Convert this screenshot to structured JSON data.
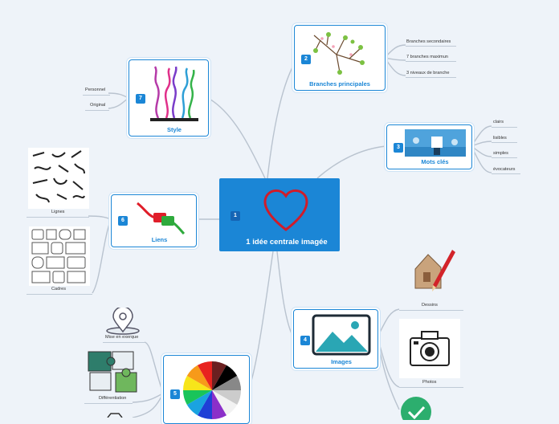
{
  "central": {
    "badge": "1",
    "title": "1 idée centrale imagée"
  },
  "branches": [
    {
      "badge": "2",
      "title": "Branches principales",
      "children": [
        "Branches secondaires",
        "7 branches maximun",
        "3 niveaux de branche"
      ]
    },
    {
      "badge": "3",
      "title": "Mots clés",
      "children": [
        "clairs",
        "lisibles",
        "simples",
        "évocateurs"
      ]
    },
    {
      "badge": "4",
      "title": "Images",
      "children": [
        "Dessins",
        "Photos"
      ]
    },
    {
      "badge": "5",
      "title": "",
      "children": [
        "Mise en exerque",
        "Différentiation"
      ]
    },
    {
      "badge": "6",
      "title": "Liens",
      "children": [
        "Lignes",
        "Cadres"
      ]
    },
    {
      "badge": "7",
      "title": "Style",
      "children": [
        "Personnel",
        "Original"
      ]
    }
  ],
  "colors": {
    "accent": "#1b86d6",
    "line": "#b9c3cf",
    "background": "#eef3f9"
  }
}
